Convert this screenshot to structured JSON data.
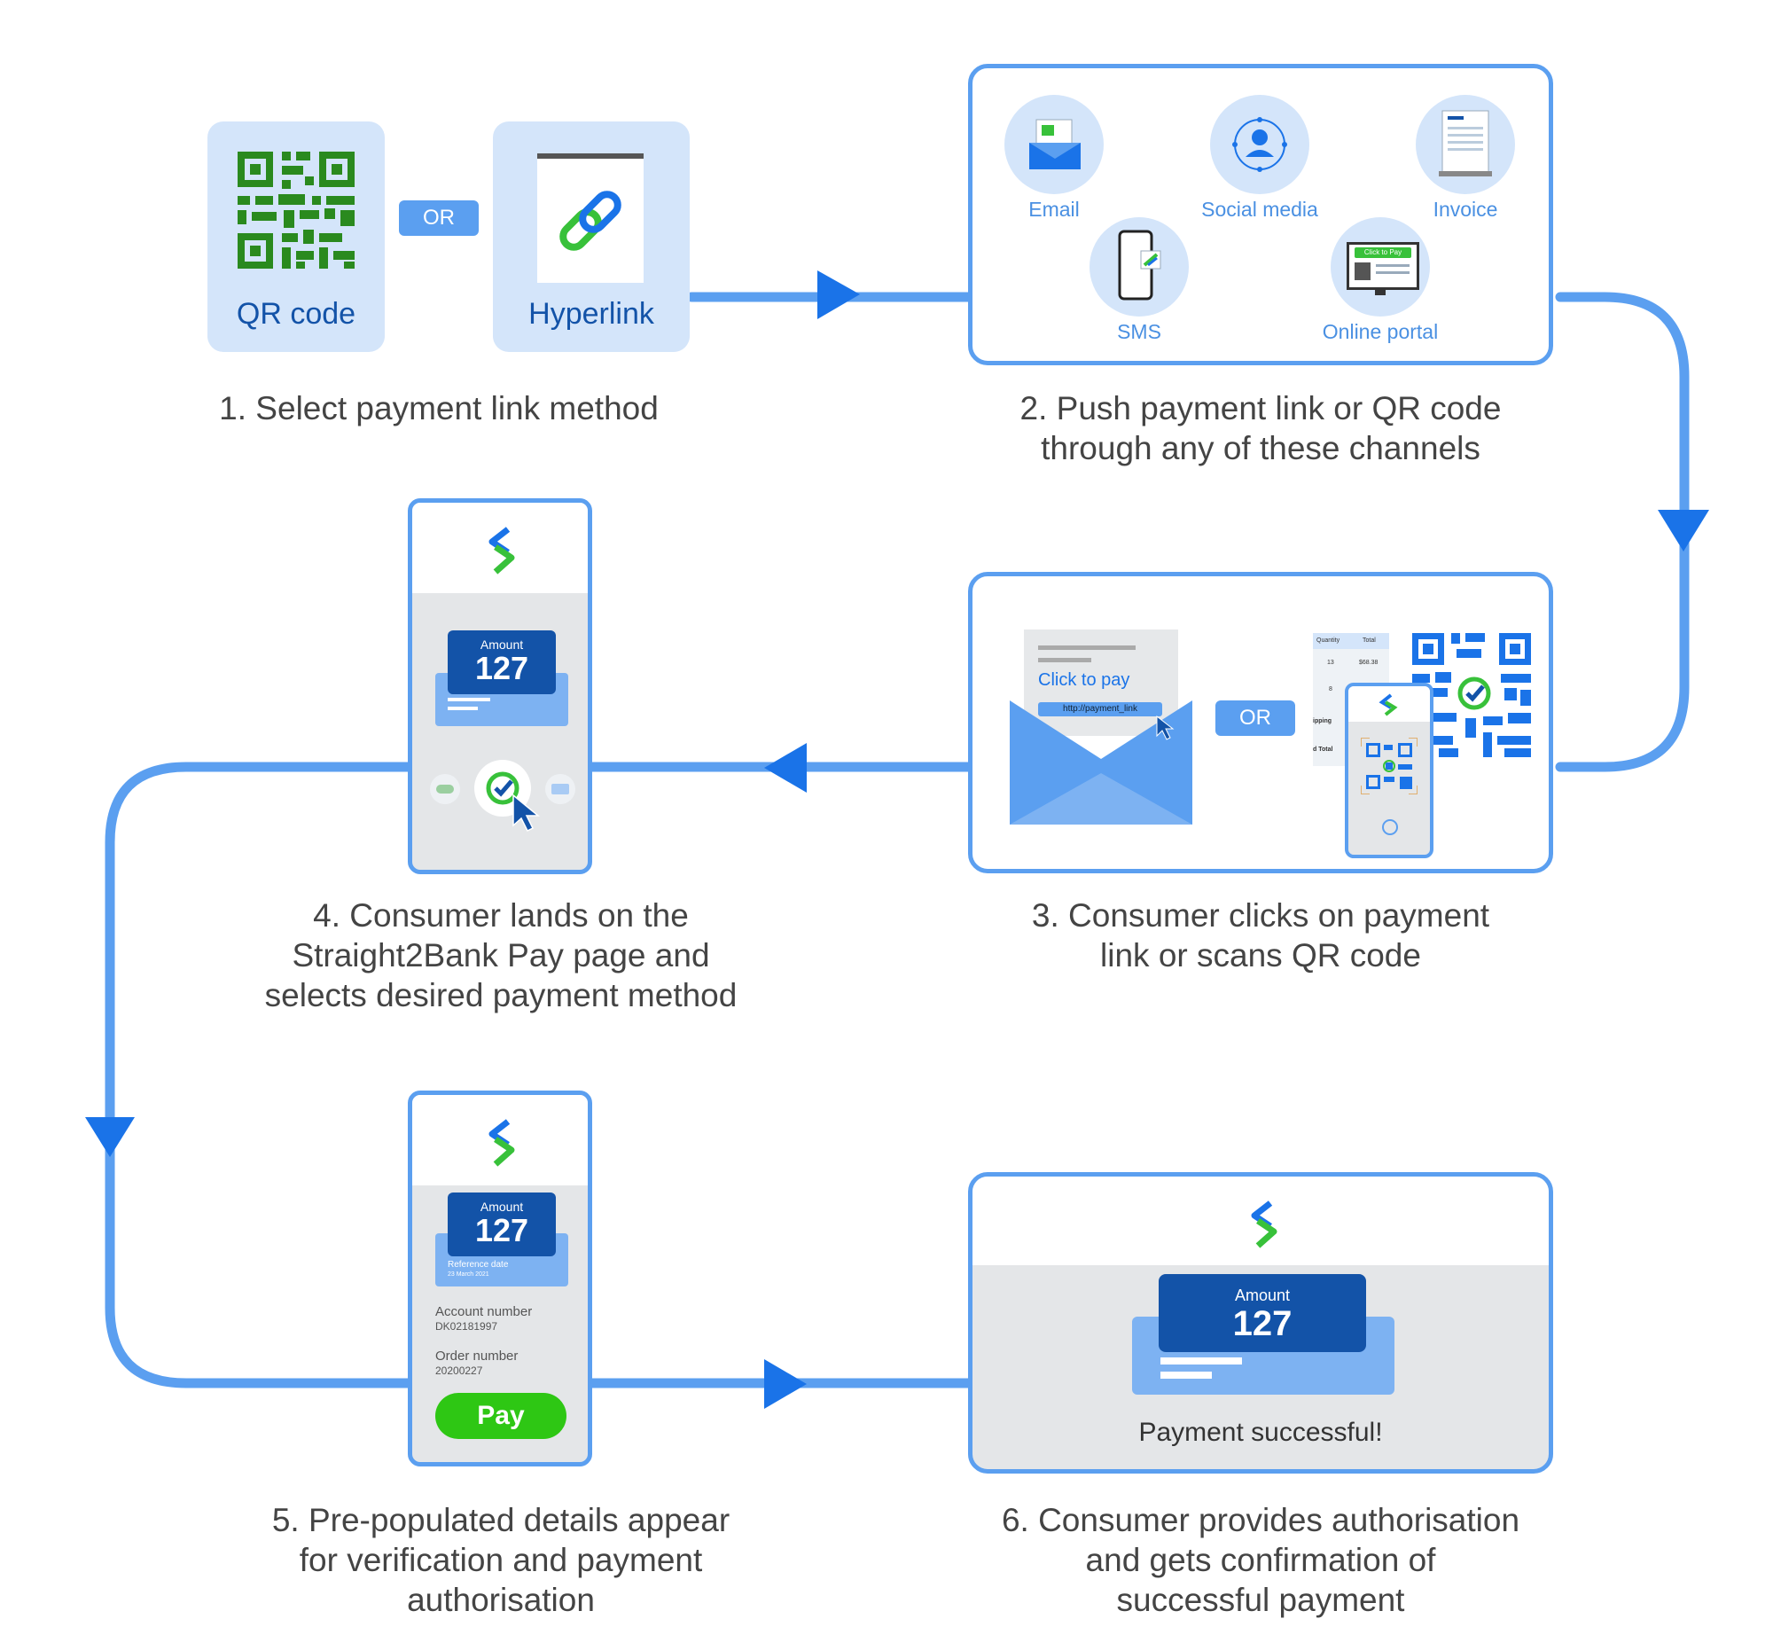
{
  "colors": {
    "flow_line": "#5b9ff0",
    "arrow": "#1a73e8",
    "qr_green": "#2a8a1e",
    "brand_blue": "#1353a8",
    "brand_green": "#38c13a",
    "pay_button": "#2ec714"
  },
  "step1": {
    "qr_label": "QR code",
    "or_label": "OR",
    "hyperlink_label": "Hyperlink",
    "caption": "1. Select payment link method"
  },
  "step2": {
    "channels": {
      "email": "Email",
      "social": "Social media",
      "invoice": "Invoice",
      "sms": "SMS",
      "portal": "Online portal",
      "portal_button": "Click to Pay"
    },
    "caption_line1": "2. Push payment link or QR code",
    "caption_line2": "through any of these channels"
  },
  "step3": {
    "click_to_pay": "Click to pay",
    "link_text": "http://payment_link",
    "or_label": "OR",
    "invoice_headers": [
      "Quantity",
      "Total"
    ],
    "invoice_row1": [
      "13",
      "$68.38"
    ],
    "invoice_row2": [
      "8",
      ""
    ],
    "invoice_side": [
      "ipping",
      "d Total"
    ],
    "caption_line1": "3. Consumer clicks on payment",
    "caption_line2": "link or scans QR code"
  },
  "step4": {
    "amount_label": "Amount",
    "amount_value": "127",
    "caption_line1": "4. Consumer lands on the",
    "caption_line2": "Straight2Bank Pay page and",
    "caption_line3": "selects desired payment method"
  },
  "step5": {
    "amount_label": "Amount",
    "amount_value": "127",
    "reference_label": "Reference date",
    "reference_value": "23 March 2021",
    "account_label": "Account number",
    "account_value": "DK02181997",
    "order_label": "Order number",
    "order_value": "20200227",
    "pay_button": "Pay",
    "caption_line1": "5. Pre-populated details appear",
    "caption_line2": "for verification and payment",
    "caption_line3": "authorisation"
  },
  "step6": {
    "amount_label": "Amount",
    "amount_value": "127",
    "success_text": "Payment successful!",
    "caption_line1": "6. Consumer provides authorisation",
    "caption_line2": "and gets confirmation of",
    "caption_line3": "successful payment"
  }
}
